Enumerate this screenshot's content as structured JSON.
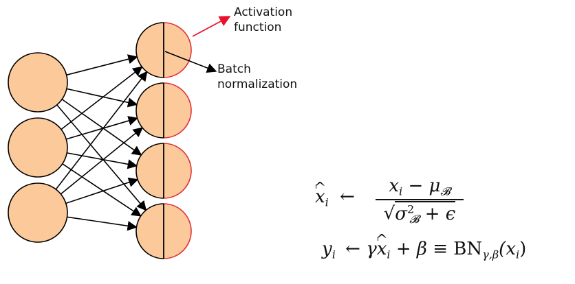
{
  "labels": {
    "activation": [
      "Activation",
      "function"
    ],
    "batch_norm": [
      "Batch",
      "normalization"
    ]
  },
  "colors": {
    "neuron_fill": "#FCCA9A",
    "neuron_stroke": "#000000",
    "activation_stroke": "#E0303A",
    "arrow": "#000000",
    "highlight_arrow": "#E8102A"
  },
  "network": {
    "input_neurons": 3,
    "output_neurons": 4
  },
  "equations": {
    "eq1_lhs": "x",
    "eq1_lhs_sub": "i",
    "arrow": "←",
    "eq1_num_x": "x",
    "eq1_num_sub": "i",
    "eq1_num_minus": "−",
    "eq1_num_mu": "μ",
    "eq1_num_mu_sub": "𝓑",
    "eq1_den_sigma": "σ",
    "eq1_den_sup": "2",
    "eq1_den_sub": "𝓑",
    "eq1_den_plus": "+",
    "eq1_den_eps": "ϵ",
    "eq2_lhs": "y",
    "eq2_lhs_sub": "i",
    "eq2_gamma": "γ",
    "eq2_x": "x",
    "eq2_x_sub": "i",
    "eq2_plus": "+",
    "eq2_beta": "β",
    "eq2_equiv": "≡",
    "eq2_bn": "BN",
    "eq2_bn_sub": "γ,β",
    "eq2_arg": "(x",
    "eq2_arg_sub": "i",
    "eq2_close": ")"
  }
}
